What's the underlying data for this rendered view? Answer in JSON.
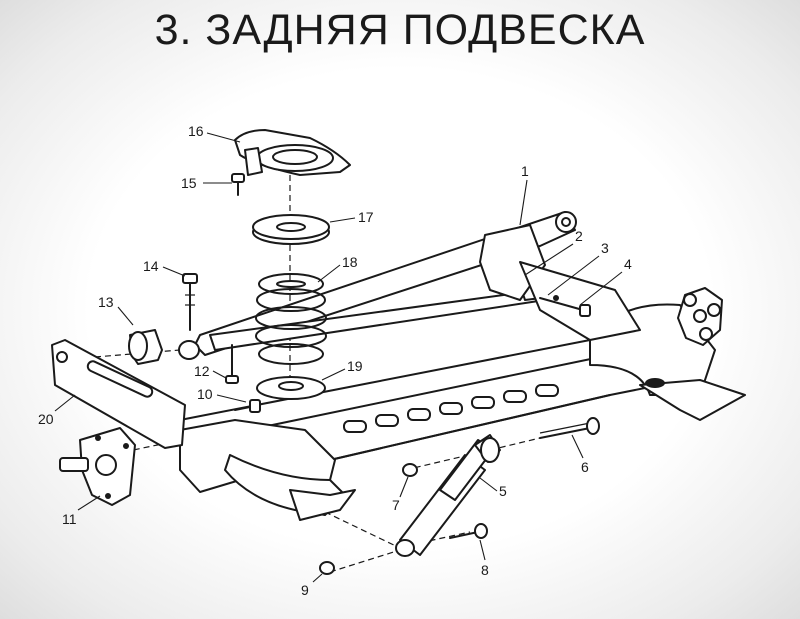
{
  "title": "3. ЗАДНЯЯ ПОДВЕСКА",
  "callouts": {
    "c1": "1",
    "c2": "2",
    "c3": "3",
    "c4": "4",
    "c5": "5",
    "c6": "6",
    "c7": "7",
    "c8": "8",
    "c9": "9",
    "c10": "10",
    "c11": "11",
    "c12": "12",
    "c13": "13",
    "c14": "14",
    "c15": "15",
    "c16": "16",
    "c17": "17",
    "c18": "18",
    "c19": "19",
    "c20": "20"
  }
}
